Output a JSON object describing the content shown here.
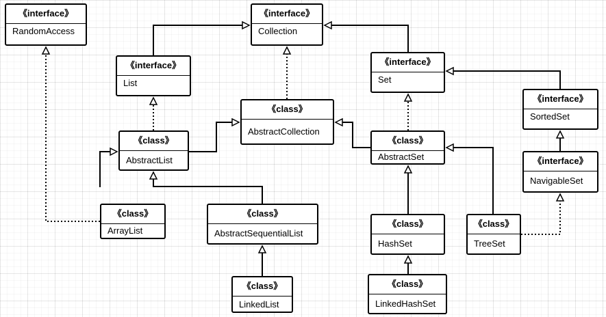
{
  "nodes": [
    {
      "id": "randomaccess",
      "stereotype": "《interface》",
      "name": "RandomAccess"
    },
    {
      "id": "collection",
      "stereotype": "《interface》",
      "name": "Collection"
    },
    {
      "id": "list",
      "stereotype": "《interface》",
      "name": "List"
    },
    {
      "id": "set",
      "stereotype": "《interface》",
      "name": "Set"
    },
    {
      "id": "sortedset",
      "stereotype": "《interface》",
      "name": "SortedSet"
    },
    {
      "id": "abstractcollection",
      "stereotype": "《class》",
      "name": "AbstractCollection"
    },
    {
      "id": "abstractlist",
      "stereotype": "《class》",
      "name": "AbstractList"
    },
    {
      "id": "abstractset",
      "stereotype": "《class》",
      "name": "AbstractSet"
    },
    {
      "id": "navigableset",
      "stereotype": "《interface》",
      "name": "NavigableSet"
    },
    {
      "id": "arraylist",
      "stereotype": "《class》",
      "name": "ArrayList"
    },
    {
      "id": "abstractsequentiallist",
      "stereotype": "《class》",
      "name": "AbstractSequentialList"
    },
    {
      "id": "hashset",
      "stereotype": "《class》",
      "name": "HashSet"
    },
    {
      "id": "treeset",
      "stereotype": "《class》",
      "name": "TreeSet"
    },
    {
      "id": "linkedlist",
      "stereotype": "《class》",
      "name": "LinkedList"
    },
    {
      "id": "linkedhashset",
      "stereotype": "《class》",
      "name": "LinkedHashSet"
    }
  ],
  "edges": [
    {
      "from": "list",
      "to": "collection",
      "kind": "extends"
    },
    {
      "from": "set",
      "to": "collection",
      "kind": "extends"
    },
    {
      "from": "sortedset",
      "to": "set",
      "kind": "extends"
    },
    {
      "from": "navigableset",
      "to": "sortedset",
      "kind": "extends"
    },
    {
      "from": "abstractcollection",
      "to": "collection",
      "kind": "implements"
    },
    {
      "from": "abstractlist",
      "to": "list",
      "kind": "implements"
    },
    {
      "from": "abstractlist",
      "to": "abstractcollection",
      "kind": "extends"
    },
    {
      "from": "abstractset",
      "to": "set",
      "kind": "implements"
    },
    {
      "from": "abstractset",
      "to": "abstractcollection",
      "kind": "extends"
    },
    {
      "from": "arraylist",
      "to": "abstractlist",
      "kind": "extends"
    },
    {
      "from": "arraylist",
      "to": "randomaccess",
      "kind": "implements"
    },
    {
      "from": "abstractsequentiallist",
      "to": "abstractlist",
      "kind": "extends"
    },
    {
      "from": "linkedlist",
      "to": "abstractsequentiallist",
      "kind": "extends"
    },
    {
      "from": "hashset",
      "to": "abstractset",
      "kind": "extends"
    },
    {
      "from": "linkedhashset",
      "to": "hashset",
      "kind": "extends"
    },
    {
      "from": "treeset",
      "to": "abstractset",
      "kind": "extends"
    },
    {
      "from": "treeset",
      "to": "navigableset",
      "kind": "implements"
    }
  ]
}
